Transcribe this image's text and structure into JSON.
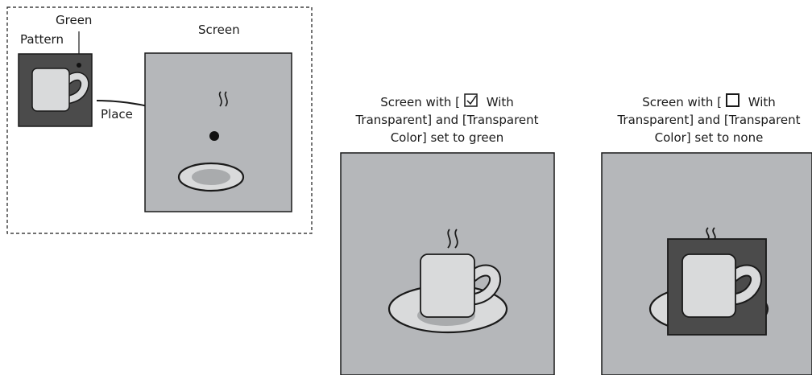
{
  "left_panel": {
    "green_label": "Green",
    "pattern_label": "Pattern",
    "place_label": "Place",
    "screen_label": "Screen"
  },
  "middle_panel": {
    "caption_line1_pre": "Screen with [",
    "caption_line1_post": " With",
    "caption_line2": "Transparent] and [Transparent",
    "caption_line3": "Color] set to green",
    "checkbox_checked": true
  },
  "right_panel": {
    "caption_line1_pre": "Screen with [",
    "caption_line1_post": " With",
    "caption_line2": "Transparent] and [Transparent",
    "caption_line3": "Color] set to none",
    "checkbox_checked": false
  },
  "colors": {
    "screen_gray": "#b5b7ba",
    "pattern_dark": "#4b4b4b",
    "cup_fill": "#d9dadb",
    "saucer_inner": "#a9abad",
    "outline": "#1a1a1a"
  }
}
